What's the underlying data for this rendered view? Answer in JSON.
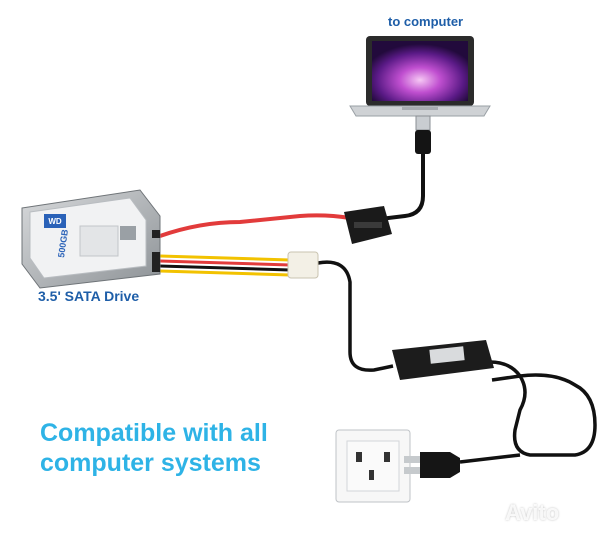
{
  "labels": {
    "to_computer": "to computer",
    "drive": "3.5' SATA Drive",
    "drive_capacity": "500GB"
  },
  "headline": {
    "line1": "Compatible with all",
    "line2": "computer systems"
  },
  "watermark": "Avito",
  "colors": {
    "label_blue": "#1e5ea8",
    "headline_cyan": "#2eb3e6",
    "sata_cable": "#e23b3b",
    "cable_black": "#111111",
    "drive_label_blue": "#2a62b8"
  }
}
